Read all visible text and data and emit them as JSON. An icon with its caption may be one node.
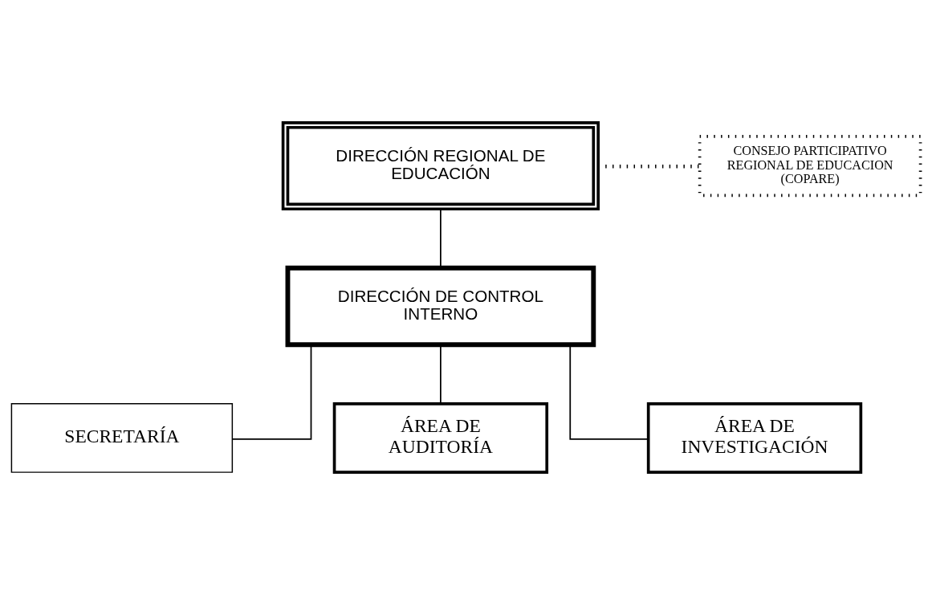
{
  "diagram": {
    "nodes": [
      {
        "text": [
          "DIRECCIÓN REGIONAL DE EDUCACIÓN"
        ]
      },
      {
        "text": [
          "CONSEJO PARTICIPATIVO REGIONAL DE EDUCACION (COPARE)"
        ]
      },
      {
        "text": [
          "DIRECCIÓN DE CONTROL INTERNO"
        ]
      },
      {
        "text": [
          "SECRETARÍA"
        ]
      },
      {
        "text": [
          "ÁREA DE AUDITORÍA"
        ]
      },
      {
        "text": [
          "ÁREA DE INVESTIGACIÓN"
        ]
      }
    ],
    "edges": [
      {
        "from": 0,
        "to": 1,
        "arrow": "none",
        "style": "dashed"
      },
      {
        "from": 0,
        "to": 2,
        "arrow": "none"
      },
      {
        "from": 2,
        "to": 3,
        "arrow": "none"
      },
      {
        "from": 2,
        "to": 4,
        "arrow": "none"
      },
      {
        "from": 2,
        "to": 5,
        "arrow": "none"
      }
    ]
  }
}
